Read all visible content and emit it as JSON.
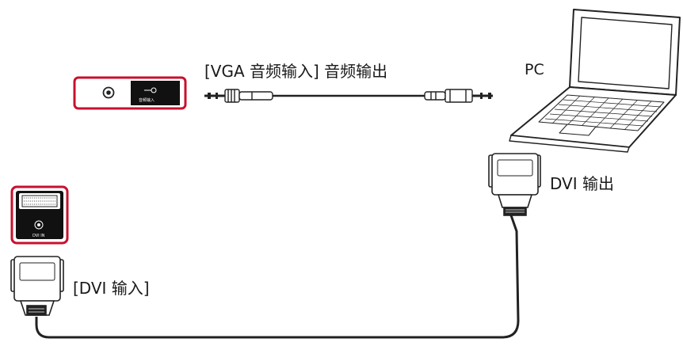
{
  "labels": {
    "audio_cable": "[VGA 音频输入] 音频输出",
    "pc": "PC",
    "dvi_out": "DVI 输出",
    "dvi_in": "[DVI 输入]"
  },
  "panel_text": {
    "audio_port": "音频输入",
    "dvi_port": "DVI IN"
  },
  "colors": {
    "highlight_frame": "#c8102e",
    "panel_black": "#111111",
    "line": "#222222",
    "connector_fill": "#ffffff"
  }
}
